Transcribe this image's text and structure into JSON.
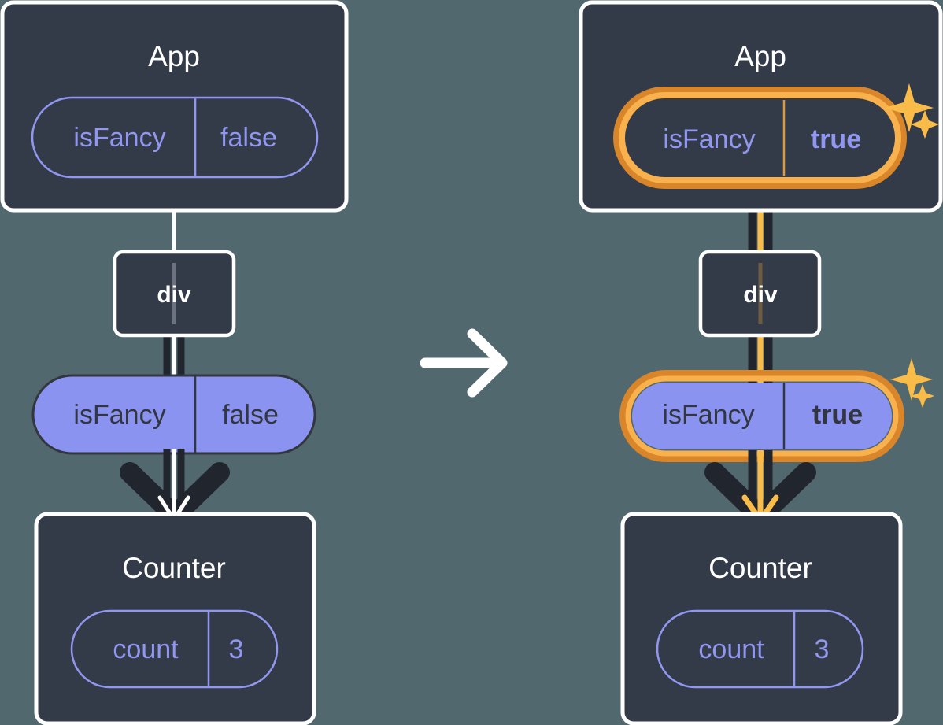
{
  "diagram": {
    "title": "react-state-propagation-diagram",
    "background_color": "#52686f",
    "colors": {
      "box_fill": "#343b48",
      "box_border": "#ffffff",
      "pill_outline_stroke": "#9197f0",
      "pill_solid_fill": "#8b93f0",
      "pill_solid_stroke": "#32363f",
      "pill_text_purple": "#9197f0",
      "pill_text_dark": "#32363f",
      "highlight_outer": "#d9852a",
      "highlight_inner": "#f8b14c",
      "sparkle": "#fabc49",
      "arrow_dark": "#21262e",
      "arrow_line_white": "#ffffff",
      "arrow_line_orange": "#fabc49"
    },
    "transition_arrow": {
      "icon": "arrow-right-icon",
      "color": "#ffffff"
    },
    "panels": [
      {
        "id": "before",
        "app": {
          "title": "App",
          "prop": {
            "name": "isFancy",
            "value": "false",
            "highlighted": false,
            "bold_value": false
          }
        },
        "div": {
          "title": "div"
        },
        "passed_prop": {
          "name": "isFancy",
          "value": "false",
          "highlighted": false,
          "bold_value": false
        },
        "counter": {
          "title": "Counter",
          "state": {
            "name": "count",
            "value": "3"
          }
        },
        "sparkles": false,
        "flow_color": "#ffffff"
      },
      {
        "id": "after",
        "app": {
          "title": "App",
          "prop": {
            "name": "isFancy",
            "value": "true",
            "highlighted": true,
            "bold_value": true
          }
        },
        "div": {
          "title": "div"
        },
        "passed_prop": {
          "name": "isFancy",
          "value": "true",
          "highlighted": true,
          "bold_value": true
        },
        "counter": {
          "title": "Counter",
          "state": {
            "name": "count",
            "value": "3"
          }
        },
        "sparkles": true,
        "flow_color": "#fabc49"
      }
    ]
  }
}
